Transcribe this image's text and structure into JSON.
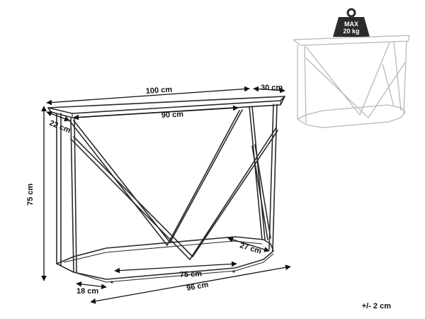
{
  "dimensions": {
    "top_width": "100 cm",
    "top_depth": "30 cm",
    "inner_width": "90 cm",
    "inner_depth": "22 cm",
    "height": "75 cm",
    "base_depth": "27 cm",
    "base_inner_width": "75 cm",
    "base_side": "18 cm",
    "base_width": "96 cm"
  },
  "weight_badge": {
    "line1": "MAX",
    "line2": "20 kg",
    "icon": "weight-icon"
  },
  "tolerance": "+/- 2 cm",
  "colors": {
    "line": "#2a2a2a",
    "ghost": "#b8b8b8",
    "weight": "#2b2b2b"
  }
}
